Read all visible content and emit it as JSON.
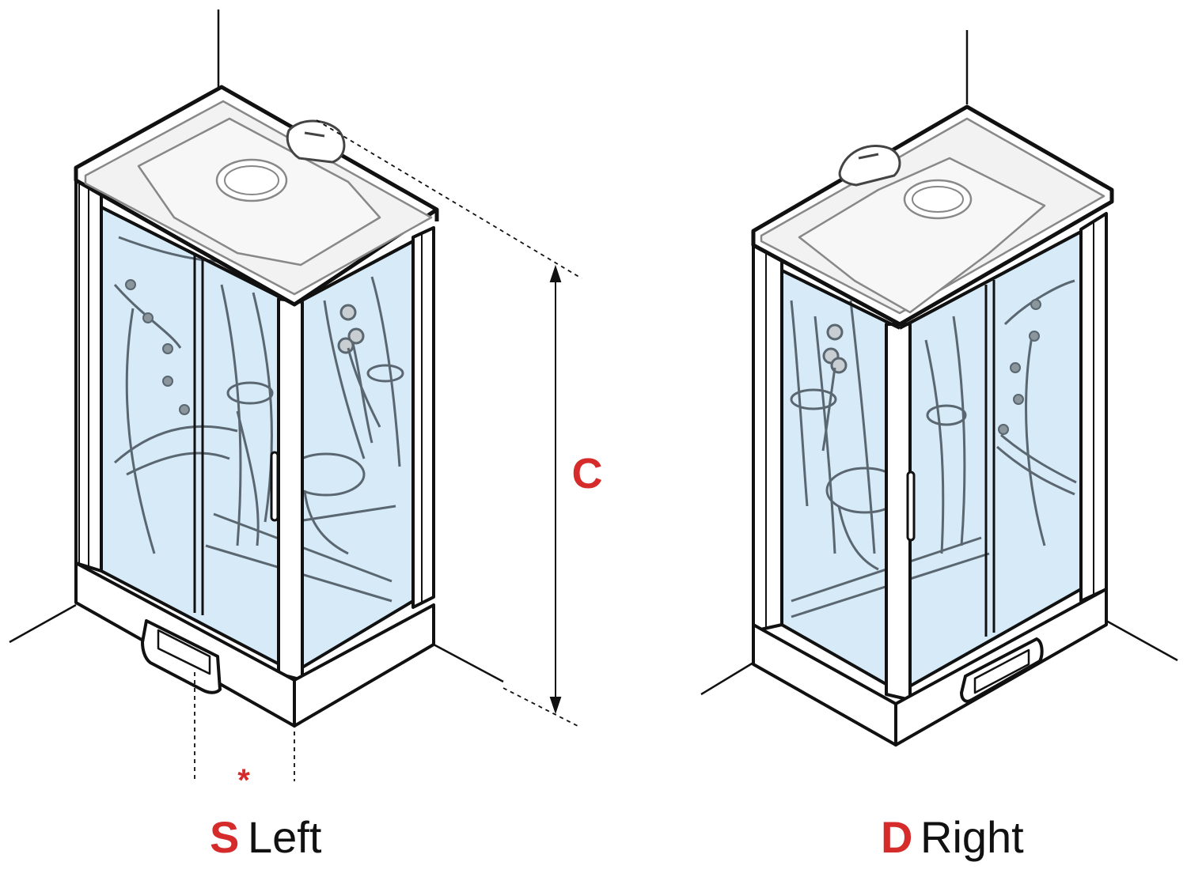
{
  "colors": {
    "accent_red": "#d62b2b",
    "outline": "#111111",
    "glass": "#d6eaf7",
    "ceiling": "#f2f2f2",
    "detail_gray": "#5a6670"
  },
  "dimension": {
    "label": "C"
  },
  "marker": {
    "asterisk": "*"
  },
  "variants": [
    {
      "code": "S",
      "name": "Left"
    },
    {
      "code": "D",
      "name": "Right"
    }
  ]
}
